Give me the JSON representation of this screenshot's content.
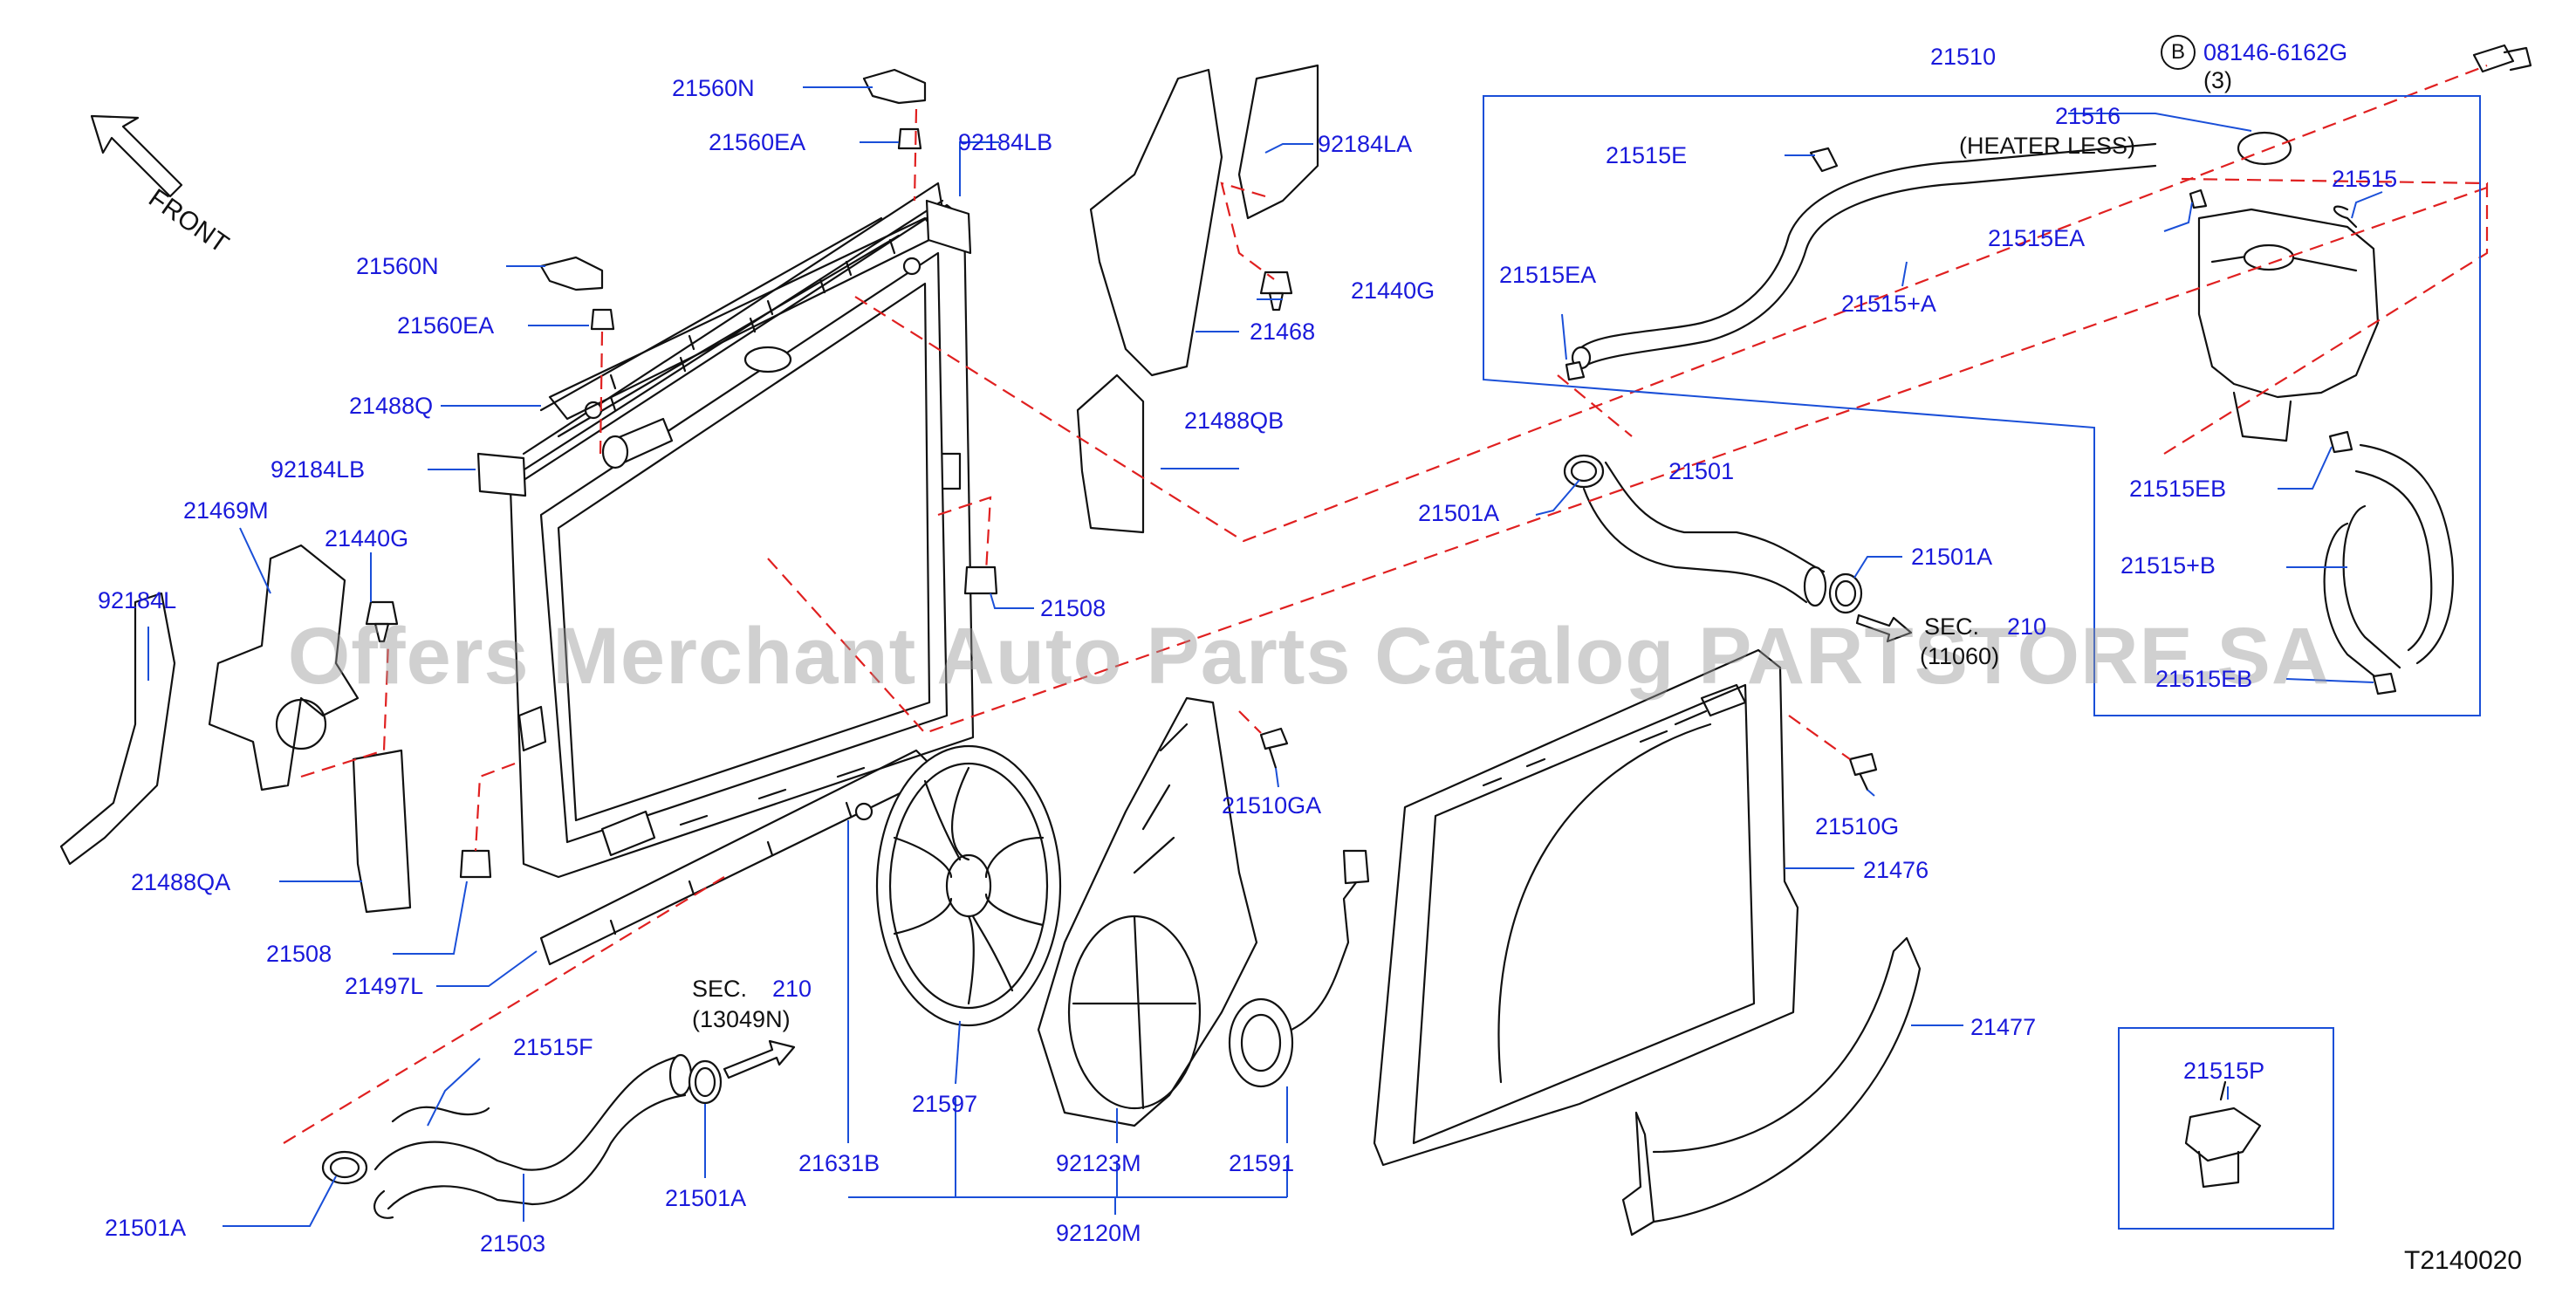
{
  "diagram_code": "T2140020",
  "front_label": "FRONT",
  "watermark": "Offers Merchant Auto Parts Catalog PARTSTORE.SA",
  "bolt_symbol": "B",
  "callouts": {
    "p21560N_a": "21560N",
    "p21560EA_a": "21560EA",
    "p92184LB_a": "92184LB",
    "p21560N_b": "21560N",
    "p21560EA_b": "21560EA",
    "p21488Q": "21488Q",
    "p92184LB_b": "92184LB",
    "p21469M": "21469M",
    "p21440G_a": "21440G",
    "p92184L": "92184L",
    "p21488QA": "21488QA",
    "p21508_a": "21508",
    "p21497L": "21497L",
    "p92184LA": "92184LA",
    "p21440G_b": "21440G",
    "p21468": "21468",
    "p21488QB": "21488QB",
    "p21508_b": "21508",
    "p21510": "21510",
    "p08146": "08146-6162G",
    "p08146_qty": "(3)",
    "p21516": "21516",
    "heater_less": "(HEATER   LESS)",
    "p21515E": "21515E",
    "p21515": "21515",
    "p21515EA_a": "21515EA",
    "p21515EA_b": "21515EA",
    "p21515A": "21515+A",
    "p21515EB": "21515EB",
    "p21515B": "21515+B",
    "p21515EB_b": "21515EB",
    "p21501": "21501",
    "p21501A_a": "21501A",
    "p21501A_b": "21501A",
    "sec_a": "SEC.",
    "sec_a_num": "210",
    "sec_a_ref": "(11060)",
    "p21510GA": "21510GA",
    "p21510G": "21510G",
    "p21476": "21476",
    "p21477": "21477",
    "sec_b": "SEC.",
    "sec_b_num": "210",
    "sec_b_ref": "(13049N)",
    "p21515F": "21515F",
    "p21501A_c": "21501A",
    "p21503": "21503",
    "p21501A_d": "21501A",
    "p21631B": "21631B",
    "p21597": "21597",
    "p92123M": "92123M",
    "p21591": "21591",
    "p92120M": "92120M",
    "p21515P": "21515P"
  },
  "colors": {
    "callout_text": "#1a1adb",
    "leader_line": "#1a4fd8",
    "dashed_line": "#e02020",
    "part_line": "#111111"
  }
}
